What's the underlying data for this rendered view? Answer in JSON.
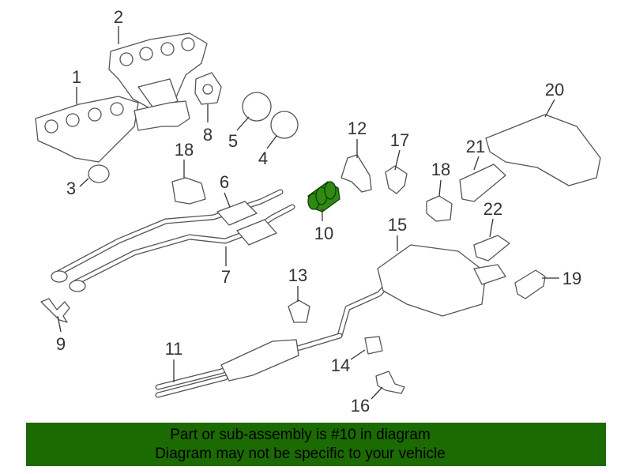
{
  "callouts": [
    "1",
    "2",
    "3",
    "4",
    "5",
    "6",
    "7",
    "8",
    "9",
    "10",
    "11",
    "12",
    "13",
    "14",
    "15",
    "16",
    "17",
    "18",
    "18",
    "19",
    "20",
    "21",
    "22"
  ],
  "highlight": {
    "part_number": "10",
    "color": "#2f8a12"
  },
  "banner": {
    "line1": "Part or sub-assembly is #10 in diagram",
    "line2": "Diagram may not be specific to your vehicle",
    "color": "#1b6a02"
  }
}
